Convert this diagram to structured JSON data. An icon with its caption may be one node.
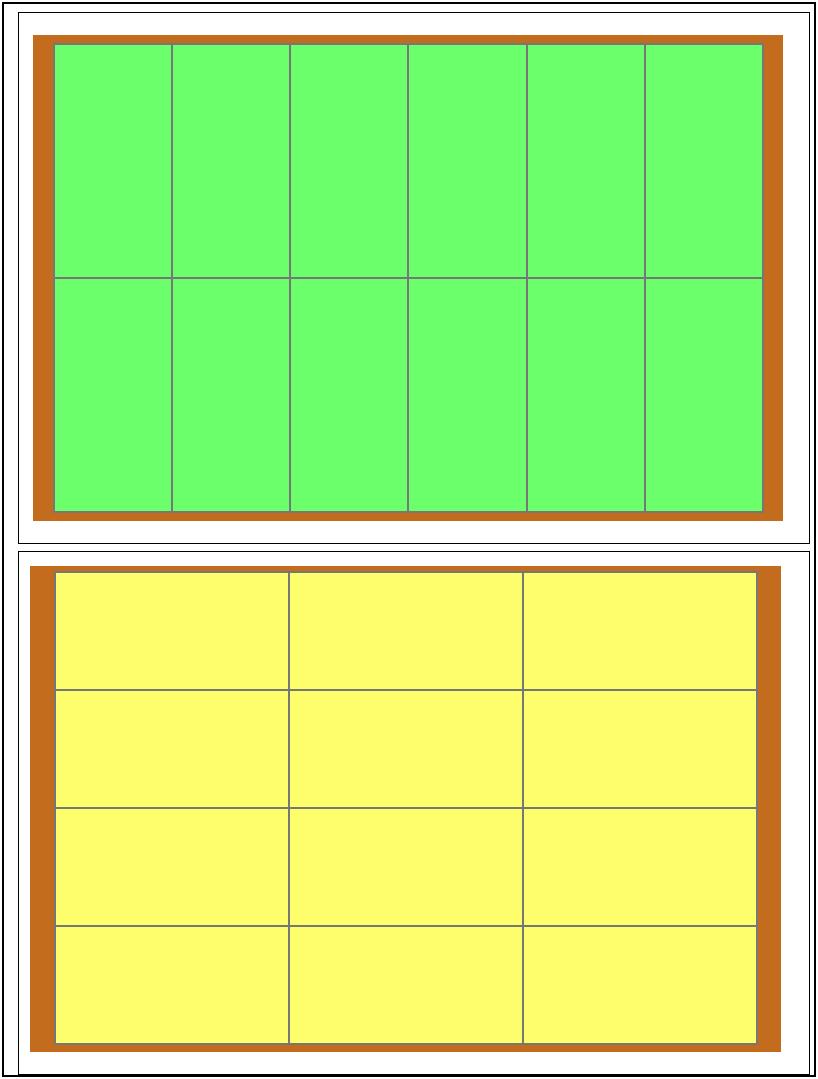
{
  "diagram": {
    "nodes": [
      {
        "text": [],
        "shape": "box"
      },
      {
        "text": [],
        "shape": "box",
        "in": 0
      },
      {
        "text": [],
        "shape": "box",
        "in": 1
      },
      {
        "text": [],
        "shape": "box",
        "in": 1
      },
      {
        "text": [],
        "shape": "box",
        "in": 1
      },
      {
        "text": [],
        "shape": "box",
        "in": 1
      },
      {
        "text": [],
        "shape": "box",
        "in": 1
      },
      {
        "text": [],
        "shape": "box",
        "in": 1
      },
      {
        "text": [],
        "shape": "box",
        "in": 1
      },
      {
        "text": [],
        "shape": "box",
        "in": 1
      },
      {
        "text": [],
        "shape": "box",
        "in": 1
      },
      {
        "text": [],
        "shape": "box",
        "in": 1
      },
      {
        "text": [],
        "shape": "box",
        "in": 1
      },
      {
        "text": [],
        "shape": "box",
        "in": 1
      },
      {
        "text": [],
        "shape": "box"
      },
      {
        "text": [],
        "shape": "box",
        "in": 14
      },
      {
        "text": [],
        "shape": "box",
        "in": 15
      },
      {
        "text": [],
        "shape": "box",
        "in": 15
      },
      {
        "text": [],
        "shape": "box",
        "in": 15
      },
      {
        "text": [],
        "shape": "box",
        "in": 15
      },
      {
        "text": [],
        "shape": "box",
        "in": 15
      },
      {
        "text": [],
        "shape": "box",
        "in": 15
      },
      {
        "text": [],
        "shape": "box",
        "in": 15
      },
      {
        "text": [],
        "shape": "box",
        "in": 15
      },
      {
        "text": [],
        "shape": "box",
        "in": 15
      },
      {
        "text": [],
        "shape": "box",
        "in": 15
      },
      {
        "text": [],
        "shape": "box",
        "in": 15
      },
      {
        "text": [],
        "shape": "box",
        "in": 15
      }
    ]
  }
}
